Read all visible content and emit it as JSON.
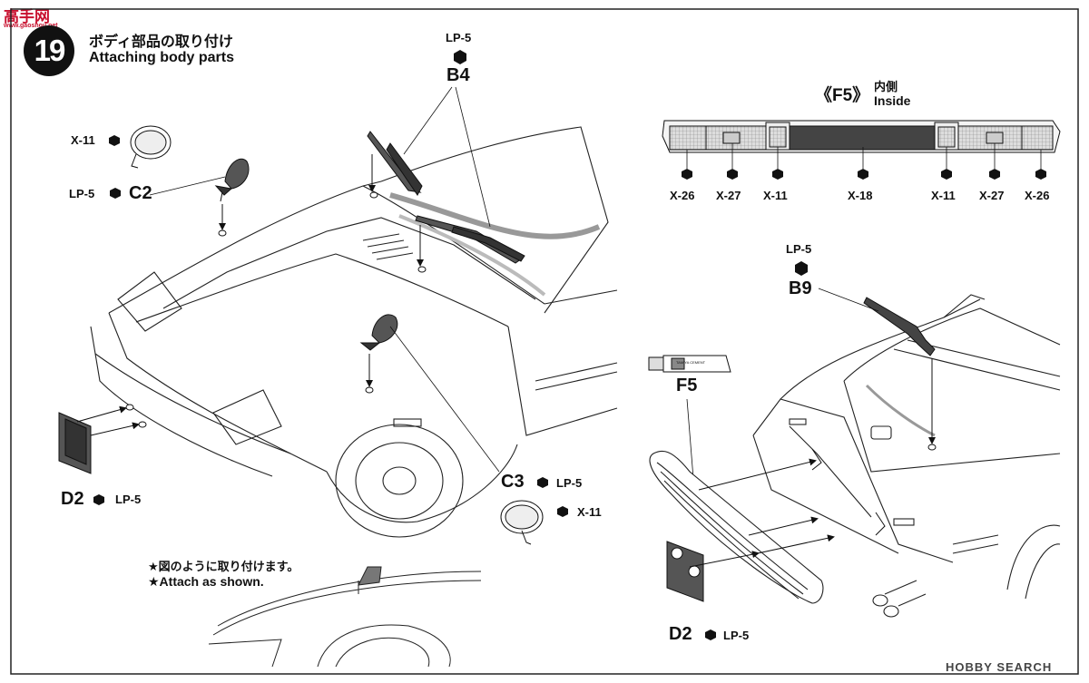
{
  "watermark": {
    "logo": "高手网",
    "url": "www.gaoshou.net"
  },
  "step": {
    "number": "19",
    "title_ja": "ボディ部品の取り付け",
    "title_en": "Attaching body parts"
  },
  "parts": {
    "mirror_left": {
      "paint1": "X-11",
      "paint2": "LP-5",
      "code": "C2"
    },
    "wipers": {
      "paint": "LP-5",
      "code": "B4"
    },
    "mirror_right": {
      "code": "C3",
      "paint1": "LP-5",
      "paint2": "X-11"
    },
    "front_plate": {
      "code": "D2",
      "paint": "LP-5"
    },
    "rear_wiper": {
      "paint": "LP-5",
      "code": "B9"
    },
    "cement": {
      "code": "F5",
      "tube_label": "TAMIYA CEMENT"
    },
    "rear_plate": {
      "code": "D2",
      "paint": "LP-5"
    }
  },
  "f5_panel": {
    "title": "《F5》",
    "inside_ja": "内側",
    "inside_en": "Inside",
    "paints": [
      "X-26",
      "X-27",
      "X-11",
      "X-18",
      "X-11",
      "X-27",
      "X-26"
    ]
  },
  "note": {
    "ja": "★図のように取り付けます。",
    "en": "★Attach as shown."
  },
  "footer": {
    "brand": "HOBBY SEARCH"
  }
}
